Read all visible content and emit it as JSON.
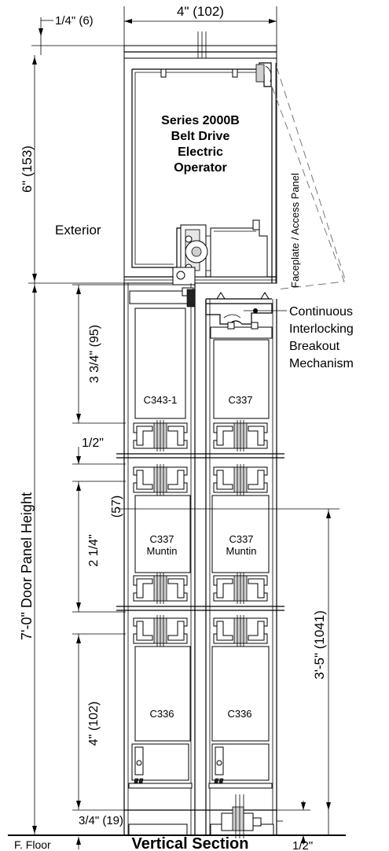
{
  "dimensions": {
    "top_width": "4\" (102)",
    "top_offset": "1/4\" (6)",
    "header_height": "6\" (153)",
    "rail_upper": "3 3/4\" (95)",
    "gap_upper": "1/2\"",
    "muntin_height_a": "2 1/4\"",
    "muntin_height_b": "(57)",
    "rail_lower": "4\" (102)",
    "bottom_clearance": "3/4\" (19)",
    "door_panel_height": "7'-0\" Door Panel  Height",
    "muntin_to_floor": "3'-5\" (1041)",
    "floor_gap": "1/2\""
  },
  "labels": {
    "operator_line1": "Series  2000B",
    "operator_line2": "Belt Drive",
    "operator_line3": "Electric",
    "operator_line4": "Operator",
    "exterior": "Exterior",
    "faceplate": "Faceplate / Access Panel",
    "breakout_line1": "Continuous",
    "breakout_line2": "Interlocking",
    "breakout_line3": "Breakout",
    "breakout_line4": "Mechanism",
    "floor": "F. Floor",
    "title": "Vertical Section"
  },
  "parts": {
    "top_rail_left": "C343-1",
    "top_rail_right": "C337",
    "muntin_left_a": "C337",
    "muntin_left_b": "Muntin",
    "muntin_right_a": "C337",
    "muntin_right_b": "Muntin",
    "bottom_rail_left": "C336",
    "bottom_rail_right": "C336"
  }
}
